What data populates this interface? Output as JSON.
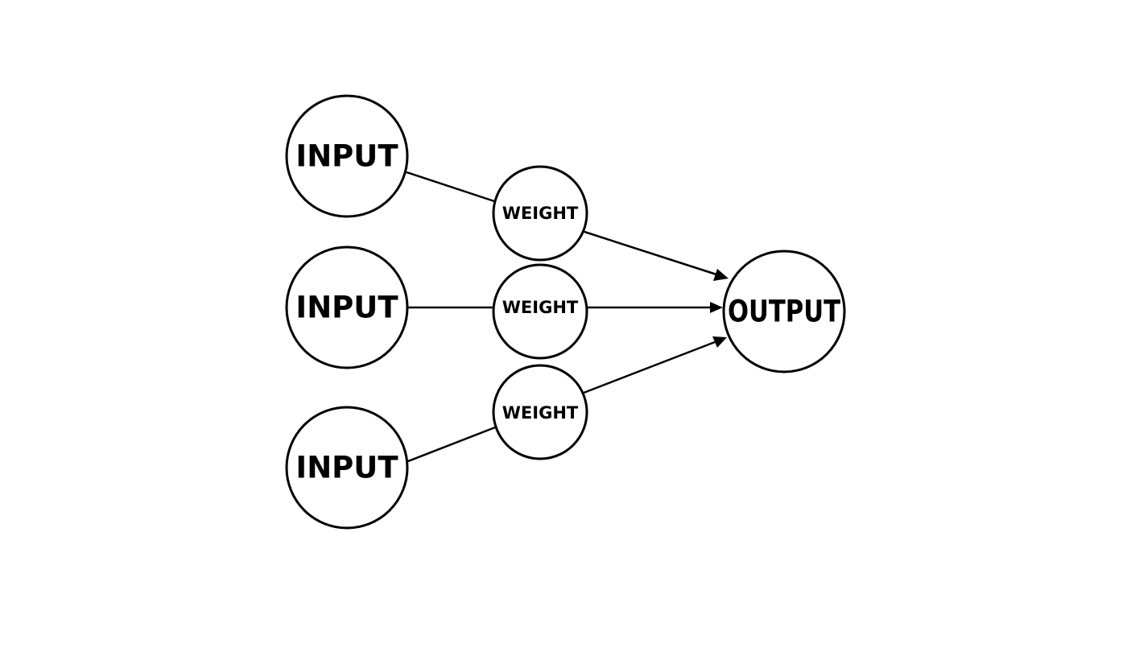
{
  "diagram": {
    "inputs": [
      {
        "label": "INPUT"
      },
      {
        "label": "INPUT"
      },
      {
        "label": "INPUT"
      }
    ],
    "weights": [
      {
        "label": "WEIGHT"
      },
      {
        "label": "WEIGHT"
      },
      {
        "label": "WEIGHT"
      }
    ],
    "output": {
      "label": "OUTPUT"
    },
    "colors": {
      "stroke": "#000000",
      "fill": "#ffffff",
      "background": "#ffffff"
    }
  }
}
